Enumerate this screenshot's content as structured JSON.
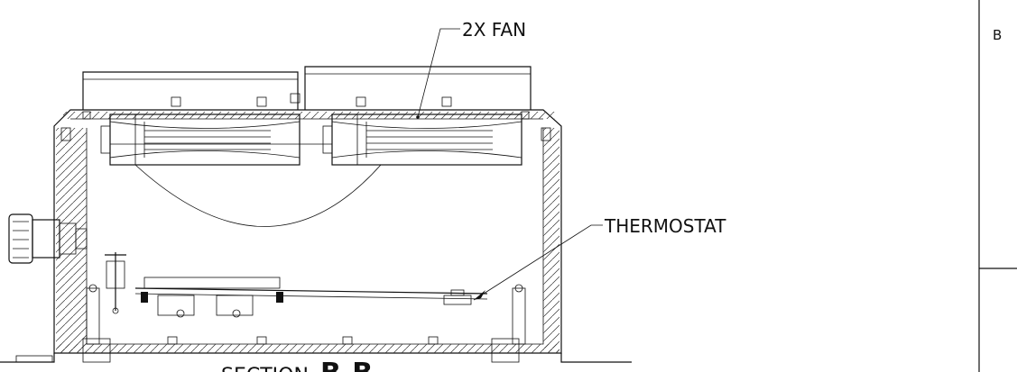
{
  "callouts": {
    "fan": "2X FAN",
    "thermostat": "THERMOSTAT"
  },
  "border": {
    "zone_letter": "B"
  },
  "section": {
    "prefix": "SECTION",
    "id": "B-B"
  }
}
